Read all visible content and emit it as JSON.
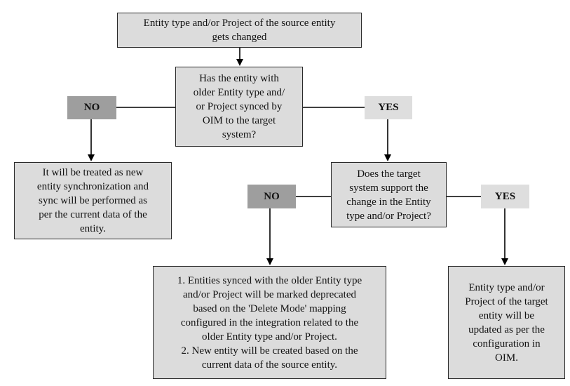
{
  "nodes": {
    "start": "Entity type and/or Project of the source entity\ngets changed",
    "decision1": "Has the entity with\nolder Entity type and/\nor Project synced  by\nOIM to the target\nsystem?",
    "new_sync": "It will be treated as new\nentity synchronization and\nsync will be performed as\nper the current data of the\nentity.",
    "decision2": "Does the target\nsystem support the\nchange in the Entity\ntype and/or Project?",
    "deprecate": "1. Entities synced with the older Entity type\nand/or Project will be marked deprecated\nbased on the 'Delete Mode' mapping\nconfigured in the integration related to the\nolder Entity type and/or Project.\n2. New entity will be created based on the\ncurrent data of the source entity.",
    "update": "Entity type and/or\nProject of the target\nentity will be\nupdated as per the\nconfiguration in\nOIM."
  },
  "labels": {
    "no1": "NO",
    "yes1": "YES",
    "no2": "NO",
    "yes2": "YES"
  },
  "colors": {
    "box_fill": "#dcdcdc",
    "no_fill": "#9e9e9e",
    "yes_fill": "#dedede",
    "line": "#000000"
  }
}
